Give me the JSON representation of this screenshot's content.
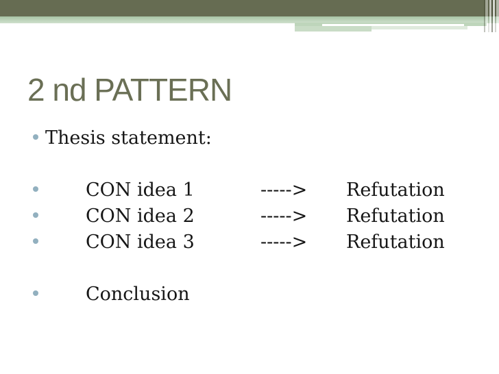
{
  "slide": {
    "title": "2 nd PATTERN",
    "thesis": {
      "label": "Thesis statement:"
    },
    "items": [
      {
        "name": "CON idea 1",
        "arrow": "----->",
        "result": "Refutation"
      },
      {
        "name": "CON idea 2",
        "arrow": "----->",
        "result": "Refutation"
      },
      {
        "name": "CON idea 3",
        "arrow": "----->",
        "result": "Refutation"
      }
    ],
    "conclusion": {
      "label": "Conclusion"
    },
    "colors": {
      "header_bar": "#666c52",
      "header_band_top": "#a8c5a5",
      "header_band_bottom": "#cfe0cd",
      "title_text": "#6a6f55",
      "bullet": "#92b0bf",
      "body_text": "#161616",
      "background": "#ffffff"
    }
  }
}
